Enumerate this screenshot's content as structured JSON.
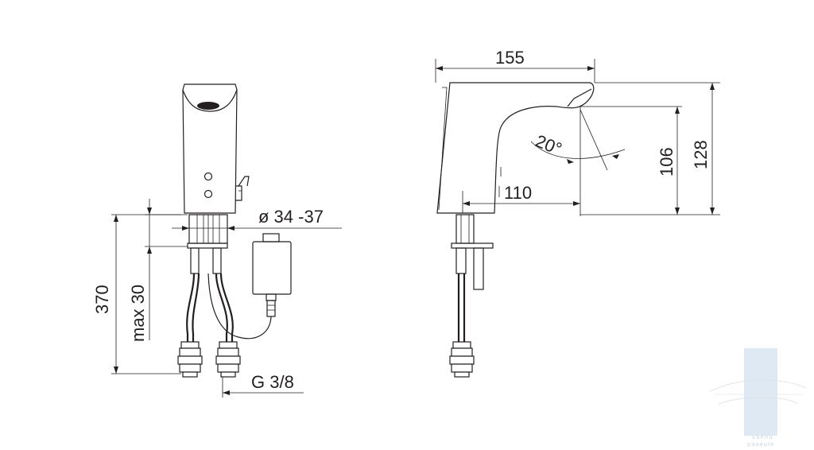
{
  "diagram": {
    "front_view": {
      "dim_overall_height": "370",
      "dim_max_thickness": "max 30",
      "dim_hole_diameter": "ø 34 -37",
      "dim_connection": "G 3/8"
    },
    "side_view": {
      "dim_width": "155",
      "dim_height_total": "128",
      "dim_height_spout": "106",
      "dim_spout_reach": "110",
      "dim_angle": "20°"
    },
    "watermark": {
      "line1": "vannu",
      "line2": "pasaule",
      "colors": {
        "stripe": "#dfe9f3",
        "text": "#c9d3dc"
      }
    }
  }
}
